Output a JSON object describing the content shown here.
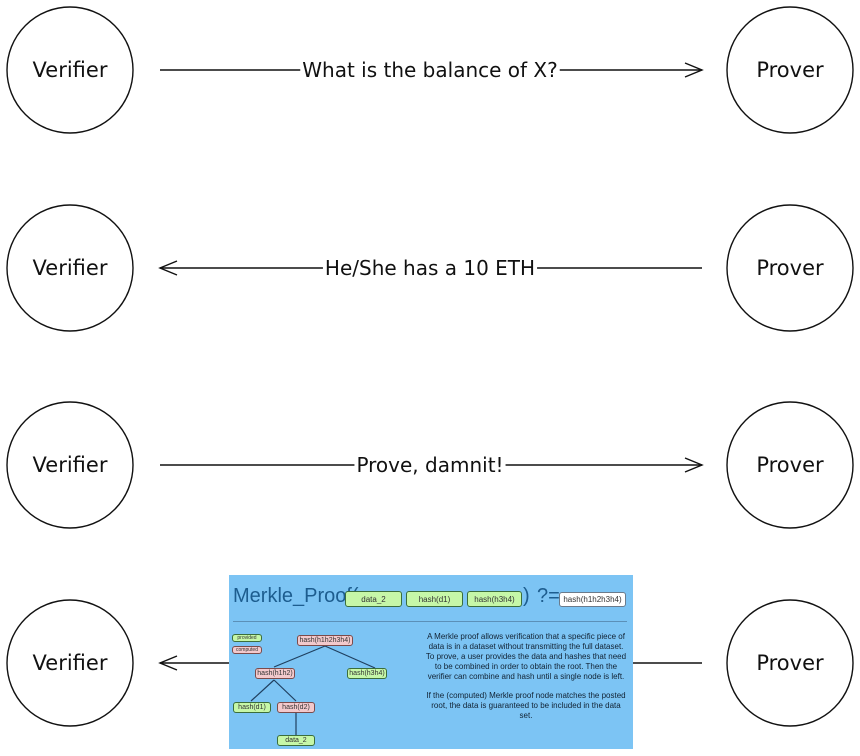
{
  "actors": {
    "left": "Verifier",
    "right": "Prover"
  },
  "messages": [
    {
      "label": "What is the balance of X?",
      "direction": "to-prover"
    },
    {
      "label": "He/She has a 10 ETH",
      "direction": "to-verifier"
    },
    {
      "label": "Prove, damnit!",
      "direction": "to-prover"
    },
    {
      "label": "",
      "direction": "to-verifier"
    }
  ],
  "merkle": {
    "function_name": "Merkle_Proof(",
    "close_paren": ")",
    "equals": "?=",
    "args": [
      "data_2",
      "hash(d1)",
      "hash(h3h4)"
    ],
    "root": "hash(h1h2h3h4)",
    "legend": [
      "provided",
      "computed"
    ],
    "tree": {
      "top": "hash(h1h2h3h4)",
      "mid_left": "hash(h1h2)",
      "mid_right": "hash(h3h4)",
      "low_left": "hash(d1)",
      "low_right": "hash(d2)",
      "leaf": "data_2"
    },
    "description": [
      "A Merkle proof allows verification that a specific piece of data is in a dataset without transmitting the full dataset. To prove, a user provides the data and hashes that need to be combined in order to obtain the root. Then the verifier can combine and hash until a single node is left.",
      "If the (computed) Merkle proof node matches the posted root, the data is guaranteed to be included in the data set."
    ],
    "colors": {
      "background": "#7cc4f4",
      "provided": "#c6f7a8",
      "computed": "#f3c9cc"
    }
  }
}
